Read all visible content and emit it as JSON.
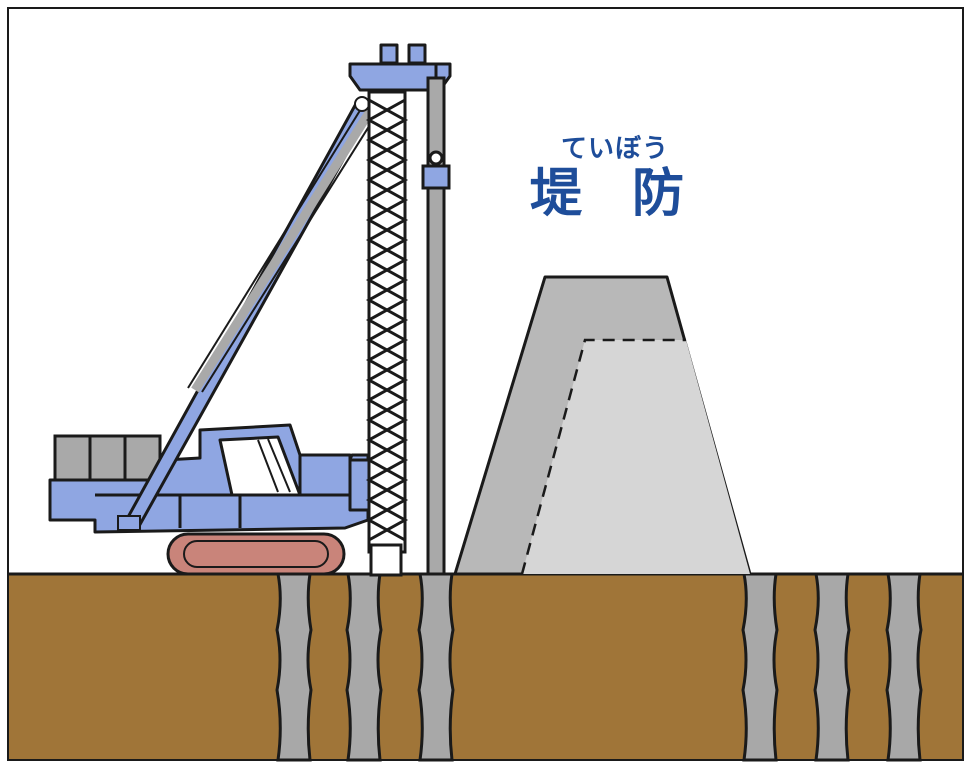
{
  "label": {
    "ruby": "ていぼう",
    "main": "堤 防"
  },
  "colors": {
    "label_text": "#1e4d9a",
    "ground": "#a07538",
    "machine_blue": "#8fa6e2",
    "weight_gray": "#a9a9a9",
    "track_brown": "#c9847a",
    "embankment_outer": "#b8b8b8",
    "embankment_inner": "#d6d6d6",
    "pile_gray": "#a8a8a8",
    "outline": "#1a1a1a"
  },
  "icons": {
    "machine": "pile-driver-crane",
    "structure": "embankment",
    "columns": "ground-improvement-piles"
  }
}
